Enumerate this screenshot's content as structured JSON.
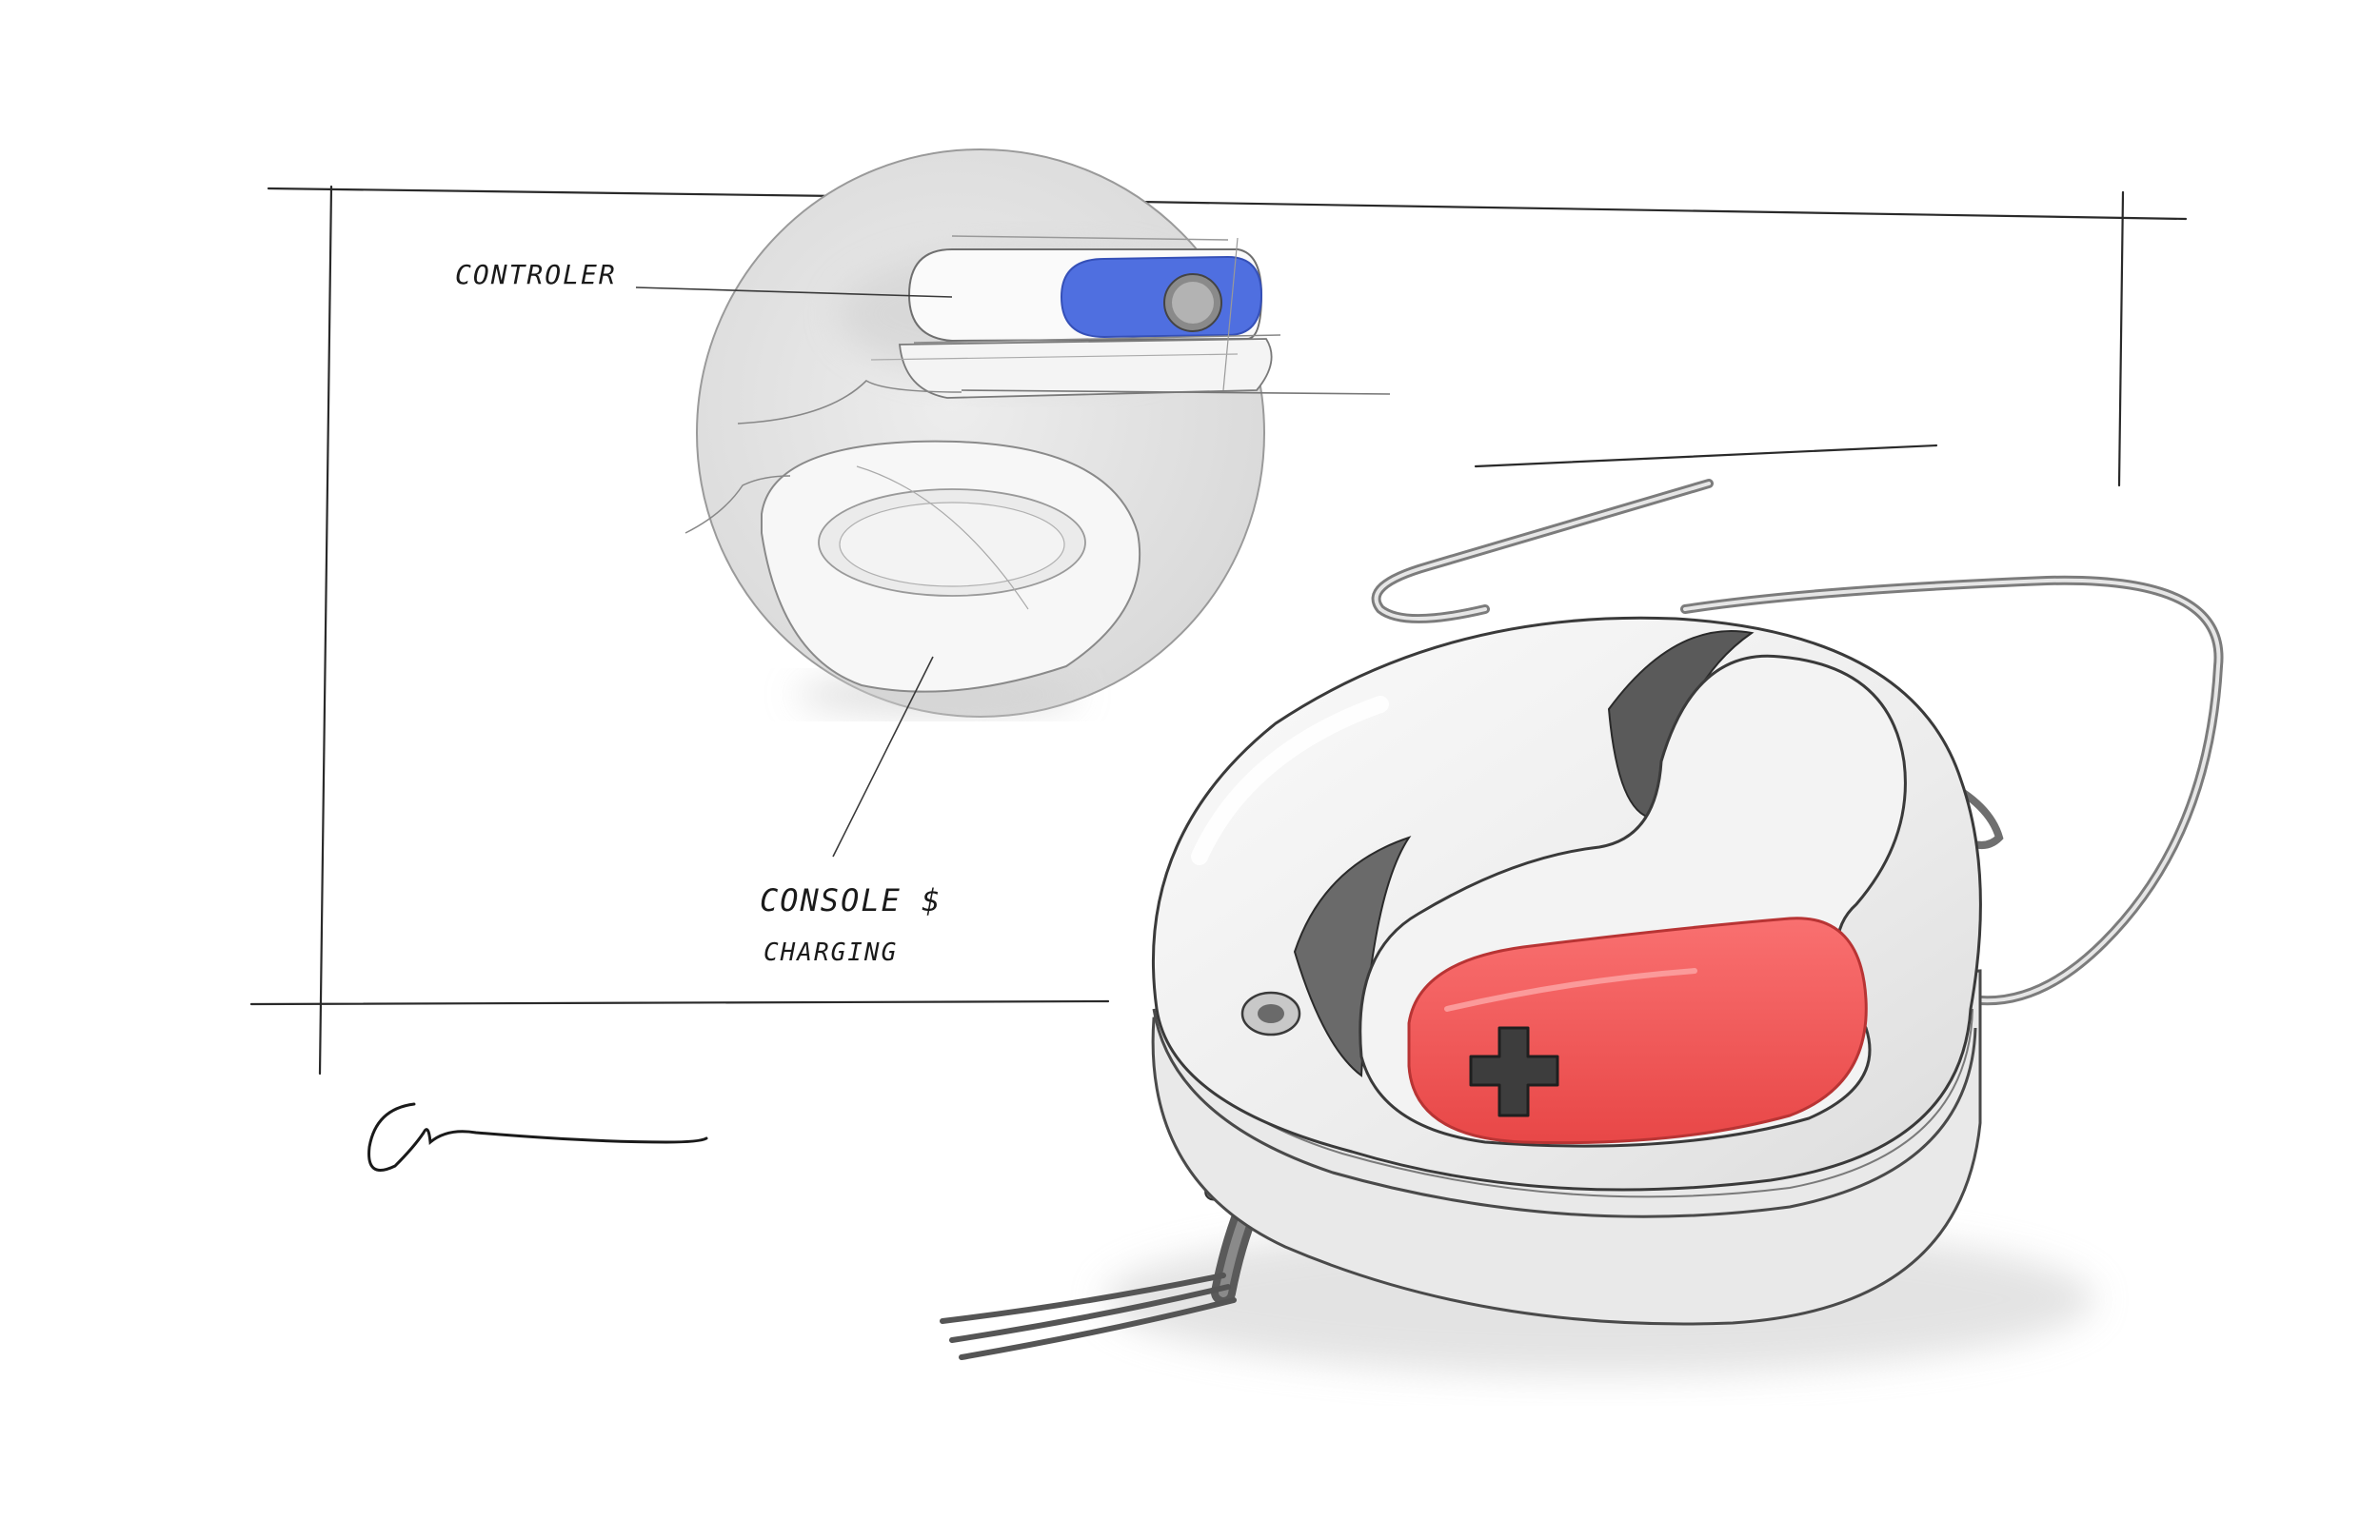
{
  "labels": {
    "controler": "CONTROLER",
    "console_line1": "CONSOLE $",
    "console_line2": "CHARGING"
  },
  "colors": {
    "controller_blue": "#4f6fe0",
    "red_body": "#f25555",
    "dpad": "#3d3d3d",
    "shell": "#ececec",
    "shadow": "#d8d8d8",
    "ink": "#2a2a2a"
  },
  "icons": {
    "dpad": "cross-dpad-icon",
    "button": "round-button-icon"
  }
}
